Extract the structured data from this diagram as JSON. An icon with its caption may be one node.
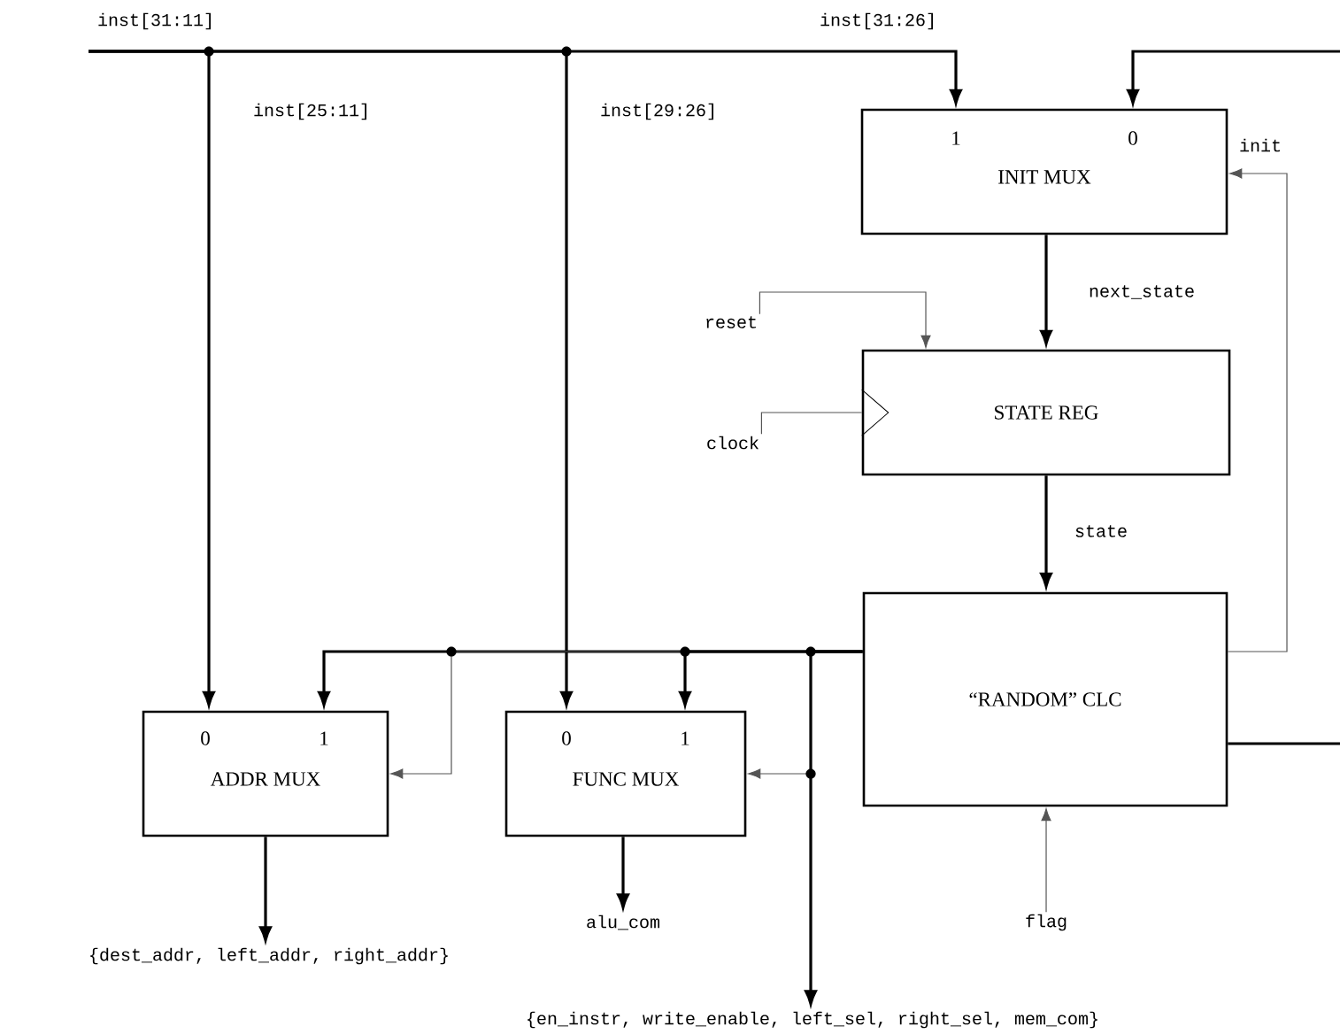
{
  "diagram": {
    "nodes": [
      {
        "text": [
          "1",
          "0",
          "INIT MUX"
        ]
      },
      {
        "text": [
          "STATE REG"
        ]
      },
      {
        "text": [
          "“RANDOM” CLC"
        ]
      },
      {
        "text": [
          "0",
          "1",
          "ADDR MUX"
        ]
      },
      {
        "text": [
          "0",
          "1",
          "FUNC MUX"
        ]
      },
      {
        "text": [
          "reset"
        ]
      },
      {
        "text": [
          "clock"
        ]
      },
      {
        "text": [
          "flag"
        ]
      },
      {
        "text": [
          "{dest_addr, left_addr, right_addr}"
        ]
      },
      {
        "text": [
          "alu_com"
        ]
      },
      {
        "text": [
          "{en_instr, write_enable, left_sel, right_sel, mem_com}"
        ]
      }
    ],
    "edges": [
      {
        "from": null,
        "to": 0,
        "arrow": "to",
        "label": "inst[31:26]"
      },
      {
        "from": null,
        "to": 3,
        "arrow": "to",
        "label": "inst[25:11]"
      },
      {
        "from": null,
        "to": 4,
        "arrow": "to",
        "label": "inst[29:26]"
      },
      {
        "from": null,
        "to": 0,
        "arrow": "to"
      },
      {
        "from": 2,
        "to": 0,
        "arrow": "to",
        "label": "init",
        "color": "#555555"
      },
      {
        "from": 0,
        "to": 1,
        "arrow": "to",
        "label": "next_state"
      },
      {
        "from": 5,
        "to": 1,
        "arrow": "to",
        "color": "#555555"
      },
      {
        "from": 6,
        "to": 1,
        "arrow": "none",
        "color": "#555555"
      },
      {
        "from": 1,
        "to": 2,
        "arrow": "to",
        "label": "state"
      },
      {
        "from": 7,
        "to": 2,
        "arrow": "to",
        "color": "#555555"
      },
      {
        "from": 2,
        "to": null,
        "arrow": "none"
      },
      {
        "from": 2,
        "to": 3,
        "arrow": "to"
      },
      {
        "from": 2,
        "to": 3,
        "arrow": "to",
        "color": "#555555"
      },
      {
        "from": 2,
        "to": 4,
        "arrow": "to"
      },
      {
        "from": 2,
        "to": 4,
        "arrow": "to",
        "color": "#555555"
      },
      {
        "from": 2,
        "to": 10,
        "arrow": "to"
      },
      {
        "from": 3,
        "to": 8,
        "arrow": "to"
      },
      {
        "from": 4,
        "to": 9,
        "arrow": "to"
      }
    ],
    "labels": [
      "inst[31:11]"
    ]
  }
}
